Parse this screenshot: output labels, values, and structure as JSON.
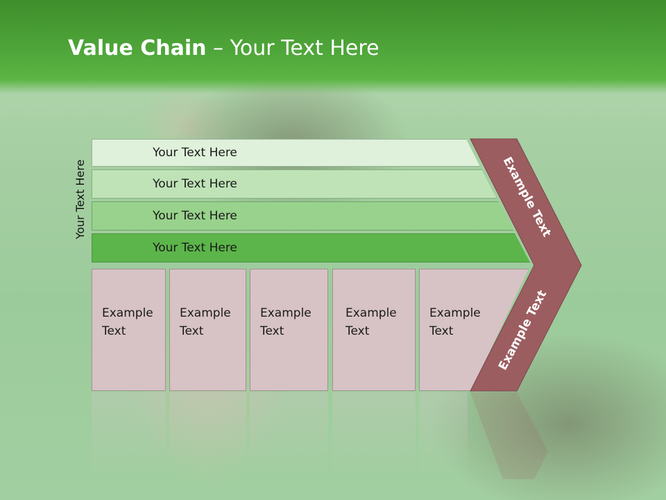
{
  "title": {
    "bold": "Value Chain",
    "rest": " – Your Text Here"
  },
  "side_label": "Your Text Here",
  "bars": [
    {
      "label": "Your Text Here"
    },
    {
      "label": "Your Text Here"
    },
    {
      "label": "Your Text Here"
    },
    {
      "label": "Your Text Here"
    }
  ],
  "boxes": [
    {
      "line1": "Example",
      "line2": "Text"
    },
    {
      "line1": "Example",
      "line2": "Text"
    },
    {
      "line1": "Example",
      "line2": "Text"
    },
    {
      "line1": "Example",
      "line2": "Text"
    },
    {
      "line1": "Example",
      "line2": "Text"
    }
  ],
  "chevron": {
    "upper": "Example Text",
    "lower": "Example Text"
  },
  "colors": {
    "header_green": "#4fa63a",
    "chevron": "#9b5d60",
    "box_fill": "#d7c3c5"
  }
}
